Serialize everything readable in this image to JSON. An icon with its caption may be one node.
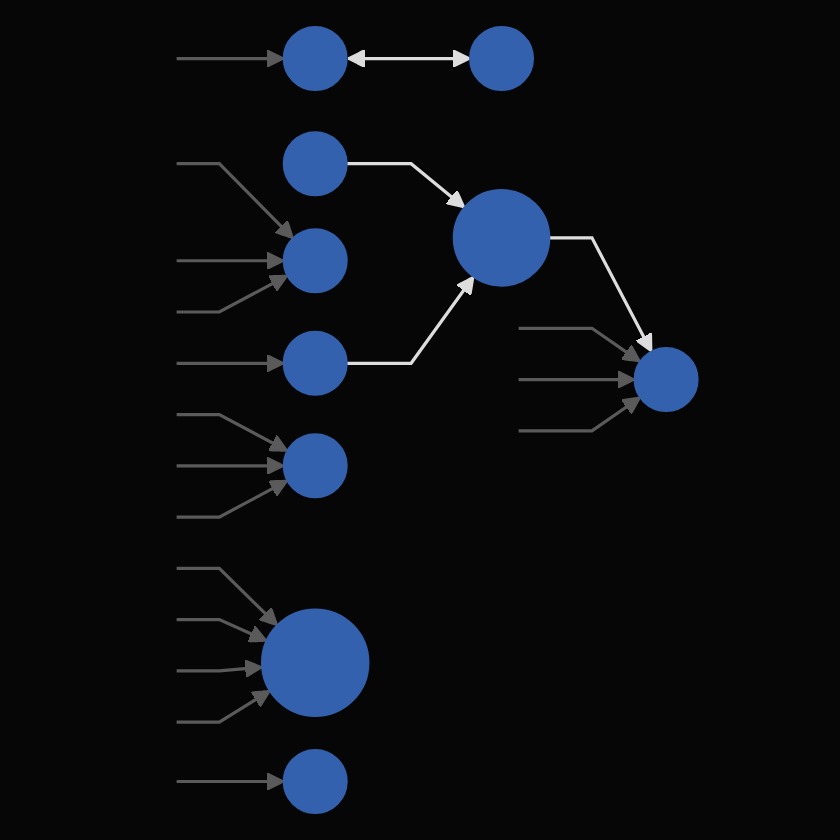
{
  "diagram": {
    "nodes": [
      {
        "text": [],
        "shape": "circle"
      },
      {
        "text": [],
        "shape": "circle"
      },
      {
        "text": [],
        "shape": "circle"
      },
      {
        "text": [],
        "shape": "circle"
      },
      {
        "text": [],
        "shape": "circle"
      },
      {
        "text": [],
        "shape": "circle"
      },
      {
        "text": [],
        "shape": "circle"
      },
      {
        "text": [],
        "shape": "circle"
      },
      {
        "text": [],
        "shape": "circle"
      },
      {
        "text": [],
        "shape": "circle"
      }
    ],
    "edges": [
      {
        "from": 0,
        "to": 2,
        "arrow": "both",
        "color": "#dddddd"
      },
      {
        "from": 1,
        "to": 5,
        "arrow": "to",
        "color": "#dddddd"
      },
      {
        "from": 5,
        "to": 4,
        "arrow": "to",
        "color": "#dddddd"
      },
      {
        "from": 6,
        "to": 5,
        "arrow": "to",
        "color": "#dddddd"
      },
      {
        "from": null,
        "to": 0,
        "arrow": "to"
      },
      {
        "from": null,
        "to": 3,
        "arrow": "to"
      },
      {
        "from": null,
        "to": 3,
        "arrow": "to"
      },
      {
        "from": null,
        "to": 3,
        "arrow": "to"
      },
      {
        "from": null,
        "to": 4,
        "arrow": "to"
      },
      {
        "from": null,
        "to": 4,
        "arrow": "to"
      },
      {
        "from": null,
        "to": 4,
        "arrow": "to"
      },
      {
        "from": null,
        "to": 6,
        "arrow": "to"
      },
      {
        "from": null,
        "to": 7,
        "arrow": "to"
      },
      {
        "from": null,
        "to": 7,
        "arrow": "to"
      },
      {
        "from": null,
        "to": 7,
        "arrow": "to"
      },
      {
        "from": null,
        "to": 8,
        "arrow": "to"
      },
      {
        "from": null,
        "to": 8,
        "arrow": "to"
      },
      {
        "from": null,
        "to": 8,
        "arrow": "to"
      },
      {
        "from": null,
        "to": 8,
        "arrow": "to"
      },
      {
        "from": null,
        "to": 9,
        "arrow": "to"
      }
    ]
  }
}
